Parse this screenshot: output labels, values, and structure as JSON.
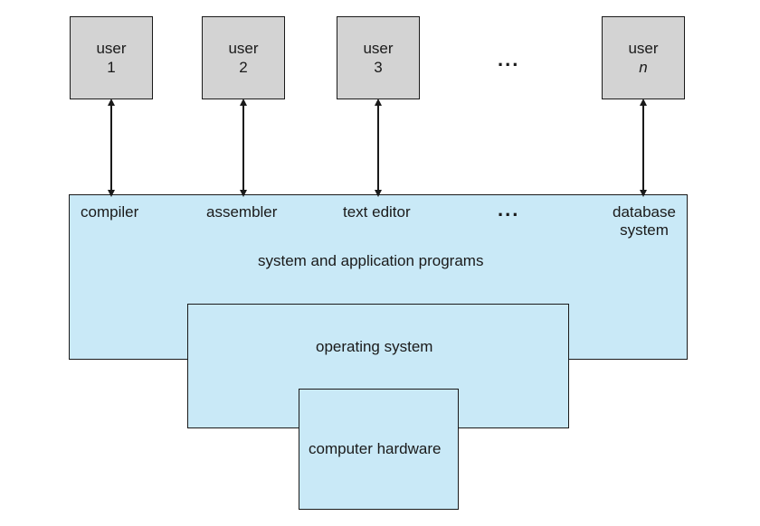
{
  "users": [
    {
      "label": "user",
      "id": "1"
    },
    {
      "label": "user",
      "id": "2"
    },
    {
      "label": "user",
      "id": "3"
    },
    {
      "label": "user",
      "id": "n"
    }
  ],
  "ellipsis": "...",
  "programs": {
    "compiler": "compiler",
    "assembler": "assembler",
    "text_editor": "text editor",
    "database_line1": "database",
    "database_line2": "system"
  },
  "layers": {
    "system_and_application_programs": "system and application programs",
    "operating_system": "operating system",
    "computer_hardware": "computer hardware"
  },
  "colors": {
    "user_box_fill": "#d3d3d3",
    "layer_fill": "#c9e9f7",
    "outline": "#1a1a1a"
  }
}
